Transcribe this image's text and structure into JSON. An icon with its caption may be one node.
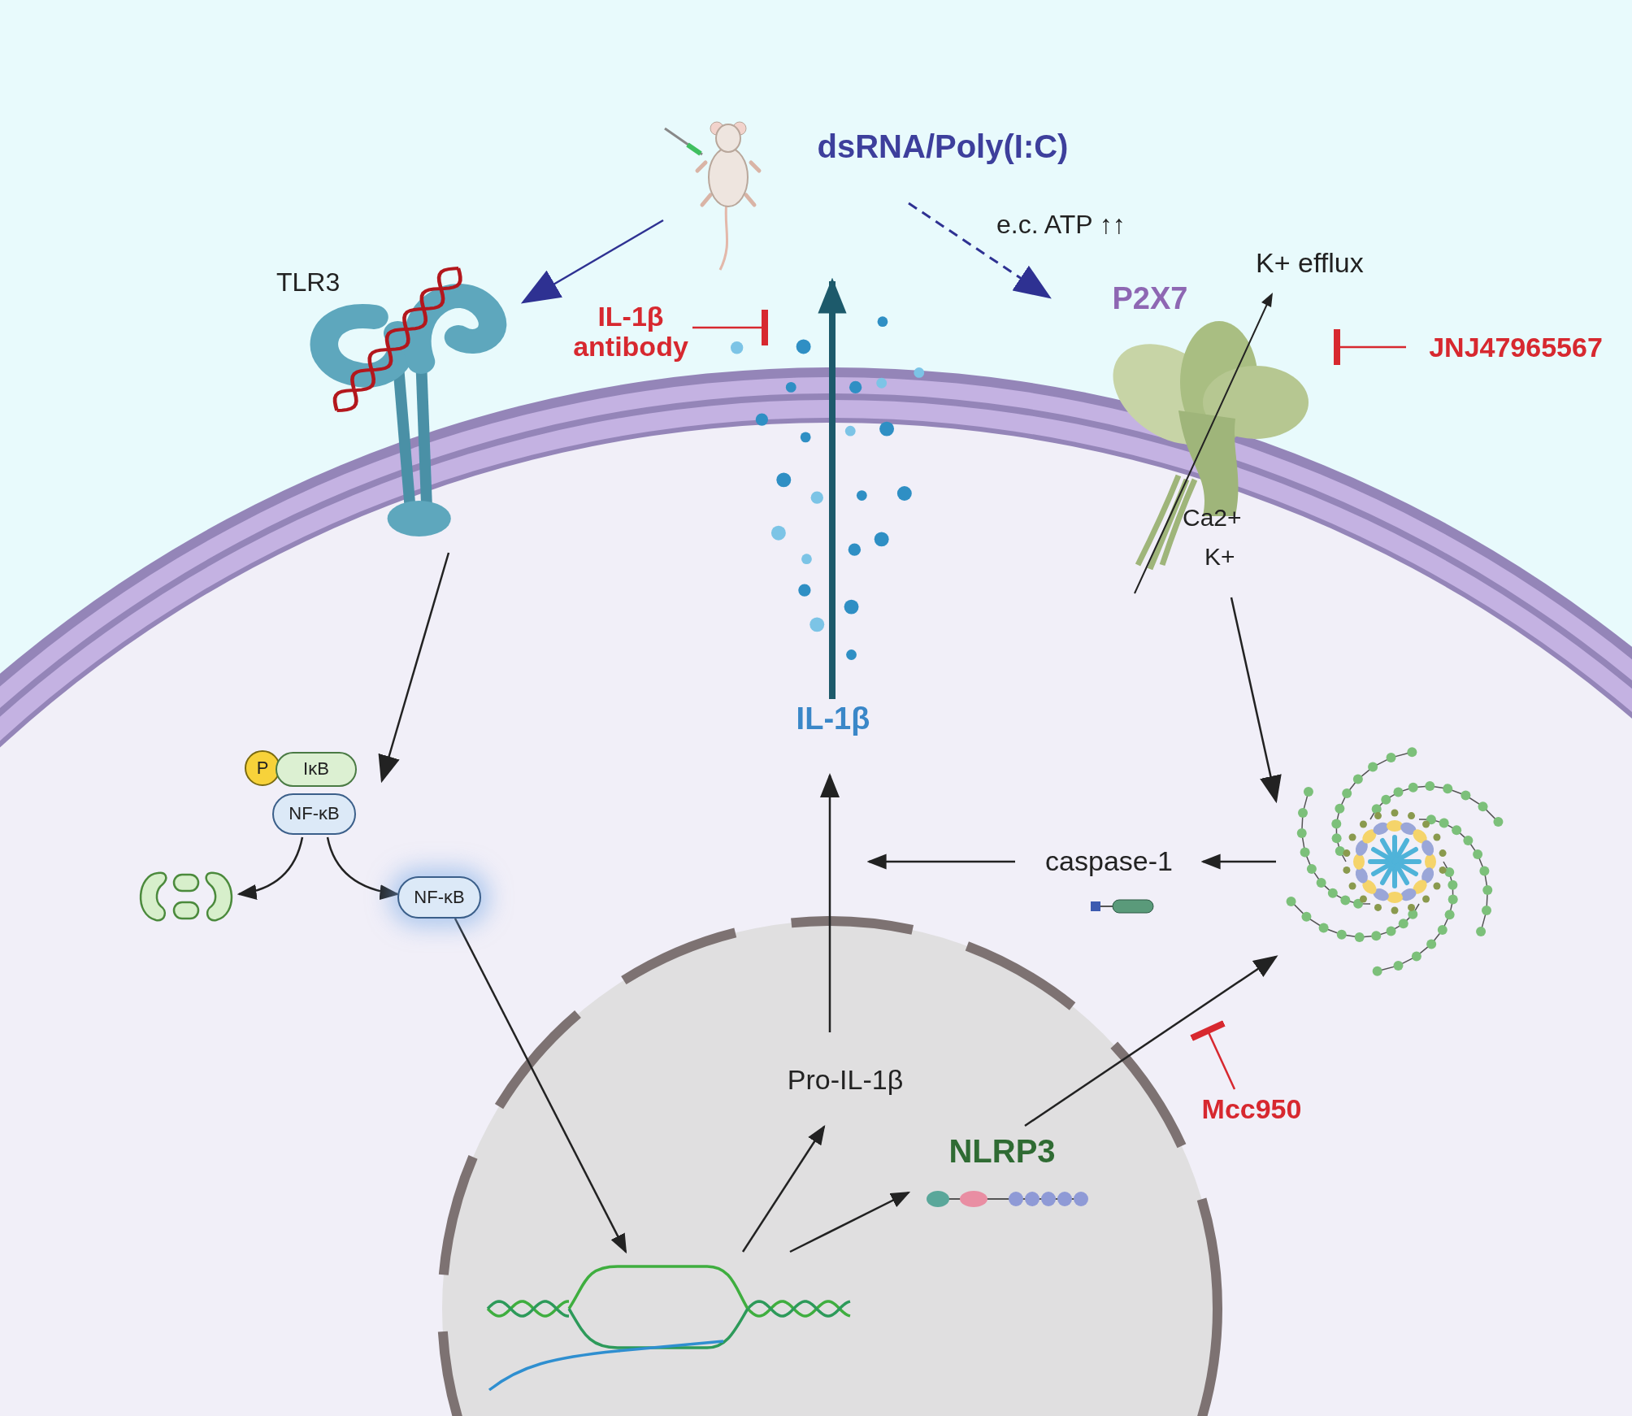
{
  "diagram": {
    "nodes": [
      {
        "text": [],
        "shape": "picture"
      },
      {
        "text": [
          "dsRNA/Poly(I:C)"
        ]
      },
      {
        "text": [
          "TLR3"
        ]
      },
      {
        "text": [
          "IL-1β antibody"
        ]
      },
      {
        "text": [
          "P2X7"
        ]
      },
      {
        "text": [
          "JNJ47965567"
        ]
      },
      {
        "text": [
          "P",
          "IκB",
          "NF-κB"
        ]
      },
      {
        "text": [],
        "shape": "picture"
      },
      {
        "text": [
          "NF-κB"
        ]
      },
      {
        "text": [],
        "shape": "picture"
      },
      {
        "text": [
          "Pro-IL-1β"
        ]
      },
      {
        "text": [
          "NLRP3"
        ]
      },
      {
        "text": [],
        "shape": "picture"
      },
      {
        "text": [
          "caspase-1"
        ]
      },
      {
        "text": [
          "IL-1β"
        ]
      },
      {
        "text": [
          "Mcc950"
        ]
      }
    ],
    "edges": [
      {
        "from": 0,
        "to": 2,
        "arrow": "to",
        "color": "#2e3192"
      },
      {
        "from": 1,
        "to": 4,
        "arrow": "to",
        "label": "e.c. ATP ↑↑",
        "style": "dashed",
        "color": "#2e3192"
      },
      {
        "from": 2,
        "to": 6,
        "arrow": "to"
      },
      {
        "from": 6,
        "to": 7,
        "arrow": "to"
      },
      {
        "from": 6,
        "to": 8,
        "arrow": "to"
      },
      {
        "from": 8,
        "to": 9,
        "arrow": "to"
      },
      {
        "from": 9,
        "to": 10,
        "arrow": "to"
      },
      {
        "from": 9,
        "to": 11,
        "arrow": "to"
      },
      {
        "from": 10,
        "to": 14,
        "arrow": "to"
      },
      {
        "from": 13,
        "to": null,
        "arrow": "to"
      },
      {
        "from": 12,
        "to": 13,
        "arrow": "to"
      },
      {
        "from": 4,
        "to": 12,
        "arrow": "to"
      },
      {
        "from": 11,
        "to": 12,
        "arrow": "to"
      },
      {
        "from": 14,
        "to": null,
        "arrow": "to",
        "style": "thick",
        "color": "#1d5a6b"
      },
      {
        "from": 3,
        "to": null,
        "arrow": "other",
        "color": "#d7282f"
      },
      {
        "from": 5,
        "to": 4,
        "arrow": "other",
        "color": "#d7282f"
      },
      {
        "from": 15,
        "to": null,
        "arrow": "other",
        "color": "#d7282f"
      }
    ],
    "labels": [
      "K+ efflux",
      "Ca2+",
      "K+"
    ]
  }
}
